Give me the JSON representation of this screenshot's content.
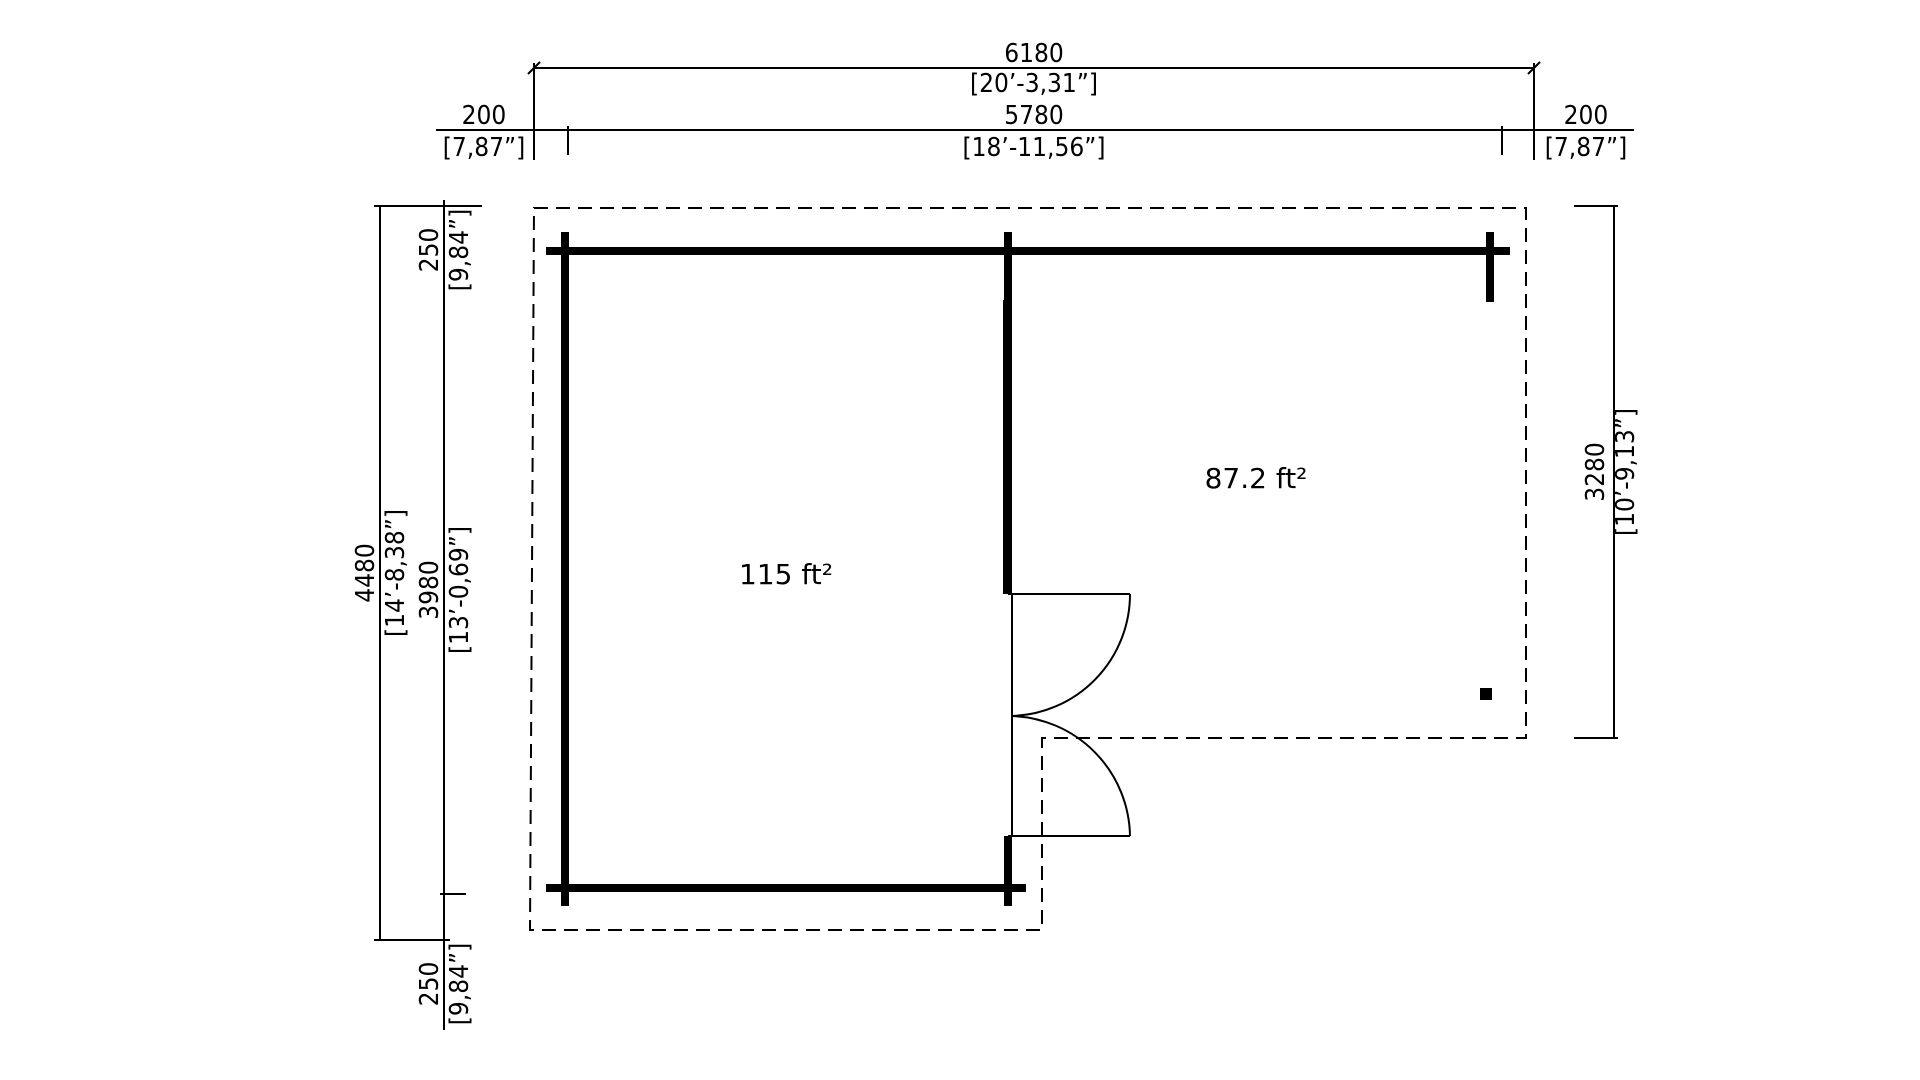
{
  "dimensions": {
    "top_overall_mm": "6180",
    "top_overall_imp": "[20’-3,31”]",
    "top_inner_mm": "5780",
    "top_inner_imp": "[18’-11,56”]",
    "top_left_overhang_mm": "200",
    "top_left_overhang_imp": "[7,87”]",
    "top_right_overhang_mm": "200",
    "top_right_overhang_imp": "[7,87”]",
    "left_top_overhang_mm": "250",
    "left_top_overhang_imp": "[9,84”]",
    "left_overall_mm": "4480",
    "left_overall_imp": "[14’-8,38”]",
    "left_inner_mm": "3980",
    "left_inner_imp": "[13’-0,69”]",
    "left_bottom_overhang_mm": "250",
    "left_bottom_overhang_imp": "[9,84”]",
    "right_height_mm": "3280",
    "right_height_imp": "[10’-9,13”]"
  },
  "areas": {
    "left_room": "115 ft²",
    "right_room": "87.2 ft²"
  }
}
